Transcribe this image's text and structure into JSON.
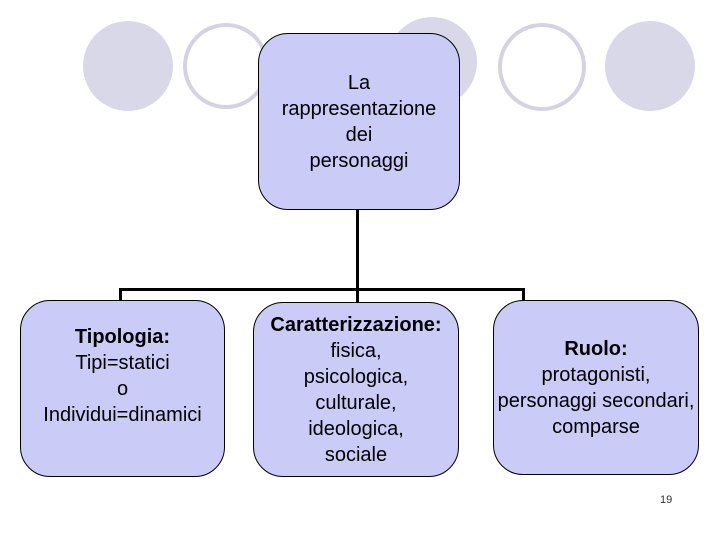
{
  "slide": {
    "root_node": {
      "lines": [
        "La",
        "rappresentazione",
        "dei",
        "personaggi"
      ]
    },
    "children": [
      {
        "title": "Tipologia:",
        "lines": [
          "Tipi=statici",
          "o",
          "Individui=dinamici"
        ]
      },
      {
        "title": "Caratterizzazione:",
        "lines": [
          "fisica,",
          "psicologica,",
          "culturale,",
          "ideologica,",
          "sociale"
        ]
      },
      {
        "title": "Ruolo:",
        "lines": [
          "protagonisti,",
          "personaggi secondari,",
          "comparse"
        ]
      }
    ],
    "page_number": "19",
    "colors": {
      "node_fill": "#cbcbf7",
      "node_border": "#000000",
      "connector": "#000000",
      "circle_fill": "#d8d8e9",
      "circle_outline": "#d3d3e3",
      "background": "#ffffff",
      "text": "#000000"
    }
  }
}
